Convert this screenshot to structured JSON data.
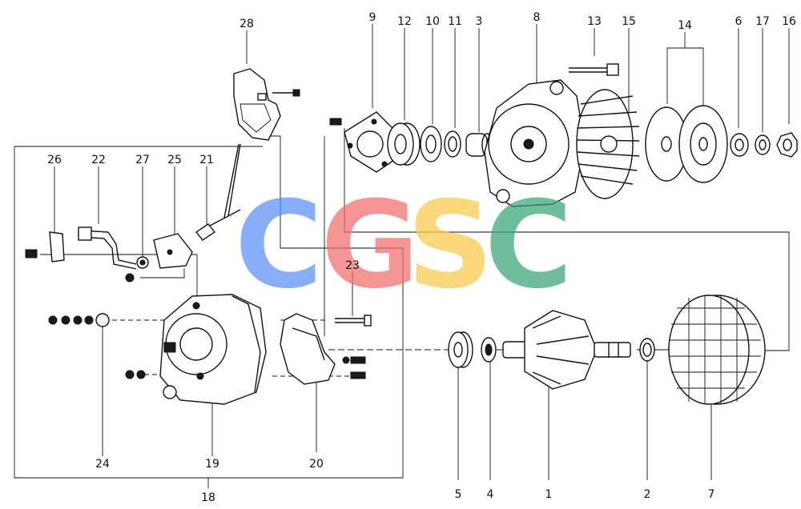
{
  "callouts": [
    {
      "n": "28"
    },
    {
      "n": "9"
    },
    {
      "n": "12"
    },
    {
      "n": "10"
    },
    {
      "n": "11"
    },
    {
      "n": "3"
    },
    {
      "n": "8"
    },
    {
      "n": "13"
    },
    {
      "n": "15"
    },
    {
      "n": "14"
    },
    {
      "n": "6"
    },
    {
      "n": "17"
    },
    {
      "n": "16"
    },
    {
      "n": "26"
    },
    {
      "n": "22"
    },
    {
      "n": "27"
    },
    {
      "n": "25"
    },
    {
      "n": "21"
    },
    {
      "n": "23"
    },
    {
      "n": "24"
    },
    {
      "n": "19"
    },
    {
      "n": "20"
    },
    {
      "n": "5"
    },
    {
      "n": "4"
    },
    {
      "n": "1"
    },
    {
      "n": "2"
    },
    {
      "n": "7"
    },
    {
      "n": "18"
    }
  ],
  "watermark": {
    "letters": [
      "C",
      "G",
      "S",
      "C"
    ],
    "colors": [
      "#5b8ff9",
      "#f26b6b",
      "#f7c948",
      "#3aa57a"
    ]
  }
}
